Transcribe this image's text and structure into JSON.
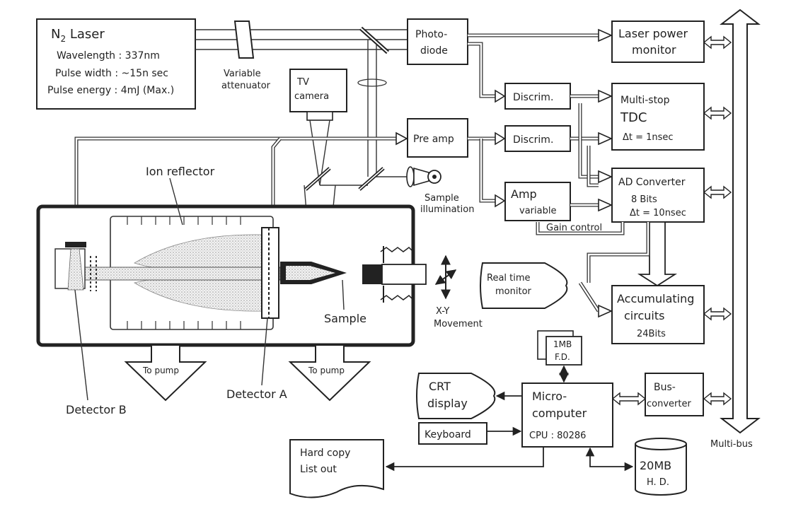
{
  "laser": {
    "title_main": "N",
    "title_sub": "2",
    "title_rest": " Laser",
    "wavelength": "Wavelength : 337nm",
    "pulse_width": "Pulse width : ~15n sec",
    "pulse_energy": "Pulse energy : 4mJ (Max.)"
  },
  "labels": {
    "variable": "Variable",
    "attenuator": "attenuator",
    "tv": "TV",
    "camera": "camera",
    "photo": "Photo-",
    "diode": "diode",
    "laser_power": "Laser power",
    "monitor": "monitor",
    "discrim1": "Discrim.",
    "discrim2": "Discrim.",
    "multistop": "Multi-stop",
    "tdc": "TDC",
    "tdc_dt": "Δt = 1nsec",
    "preamp": "Pre amp",
    "ion_reflector": "Ion reflector",
    "sample_illum1": "Sample",
    "sample_illum2": "illumination",
    "amp": "Amp",
    "amp_variable": "variable",
    "ad_converter": "AD Converter",
    "ad_bits": "8 Bits",
    "ad_dt": "Δt = 10nsec",
    "gain_control": "Gain control",
    "real_time": "Real time",
    "rt_monitor": "monitor",
    "accumulating": "Accumulating",
    "circuits": "circuits",
    "acc_bits": "24Bits",
    "sample": "Sample",
    "xy": "X-Y",
    "movement": "Movement",
    "to_pump_1": "To pump",
    "to_pump_2": "To pump",
    "detector_a": "Detector A",
    "detector_b": "Detector B",
    "fd_1": "1MB",
    "fd_2": "F.D.",
    "crt_1": "CRT",
    "crt_2": "display",
    "micro_1": "Micro-",
    "micro_2": "computer",
    "cpu": "CPU : 80286",
    "bus_1": "Bus-",
    "bus_2": "converter",
    "keyboard": "Keyboard",
    "hardcopy_1": "Hard copy",
    "hardcopy_2": "List out",
    "hd_1": "20MB",
    "hd_2": "H. D.",
    "multibus": "Multi-bus"
  }
}
